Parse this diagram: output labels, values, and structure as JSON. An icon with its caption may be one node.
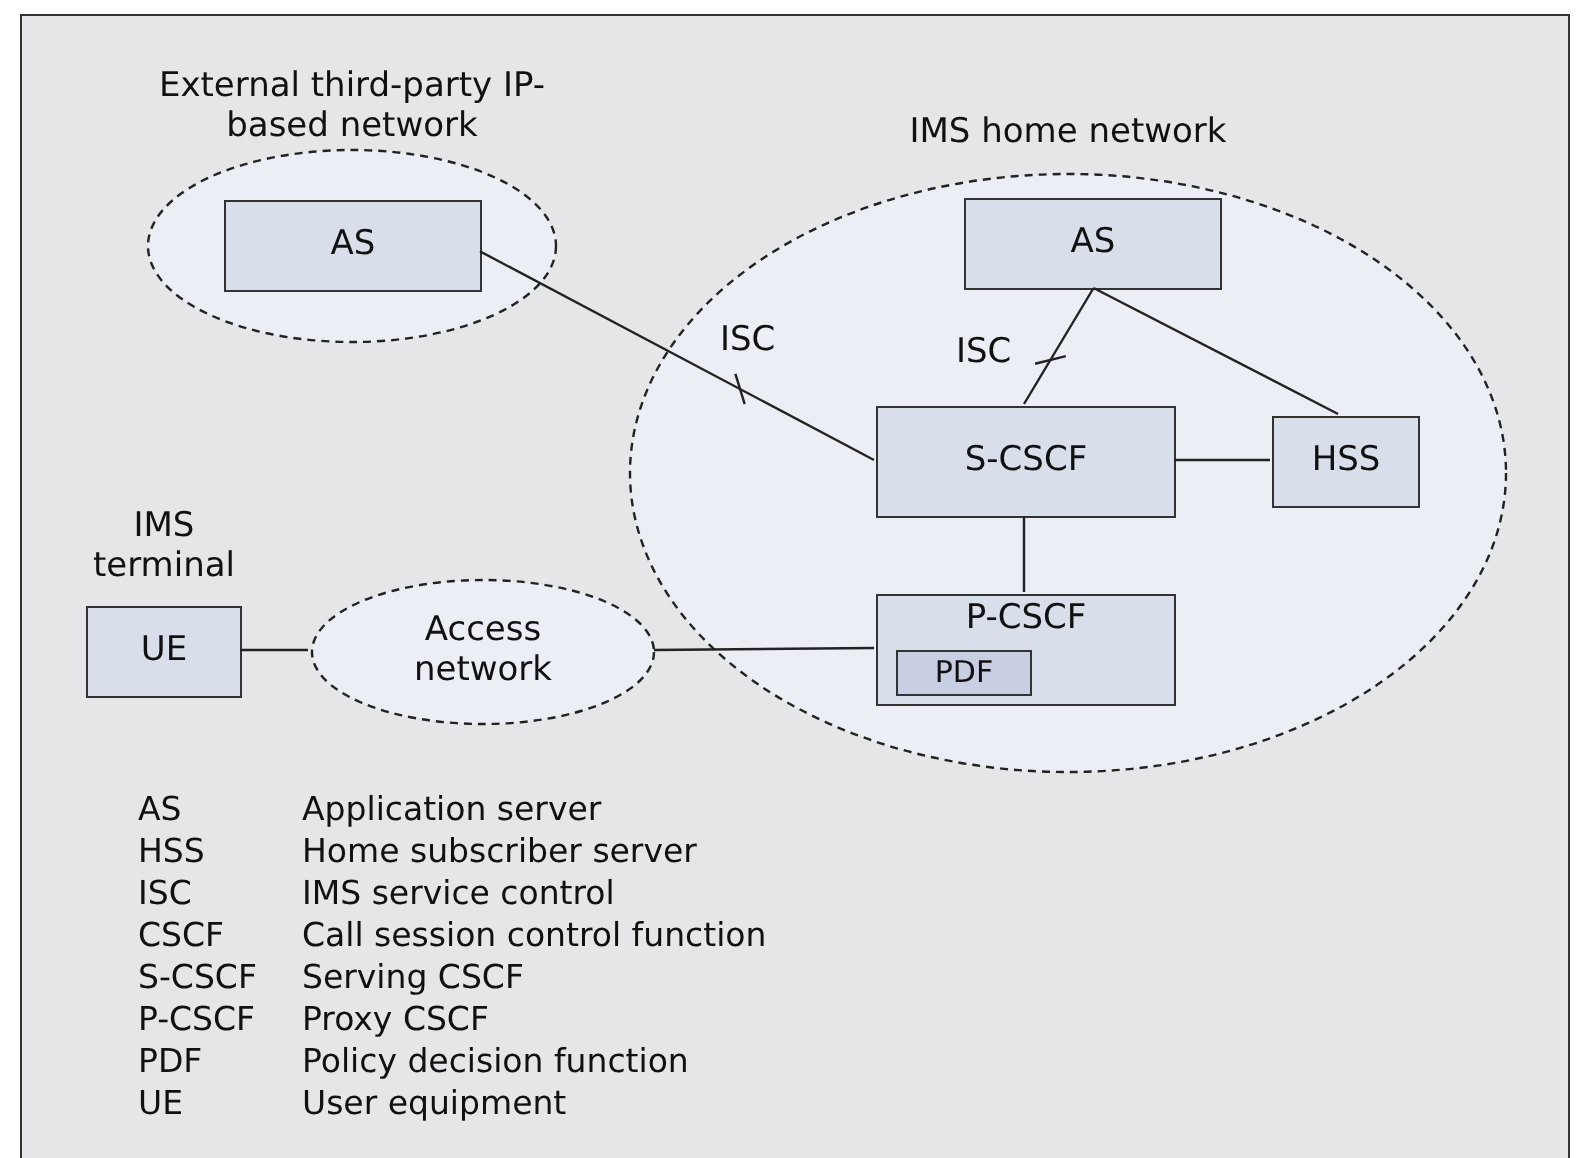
{
  "diagram": {
    "nodes": [
      {
        "text": [
          "External third-party IP-based network"
        ]
      },
      {
        "text": [
          "AS"
        ],
        "in": 0
      },
      {
        "text": [
          "IMS home network"
        ]
      },
      {
        "text": [
          "AS"
        ],
        "in": 2
      },
      {
        "text": [
          "S-CSCF"
        ],
        "in": 2
      },
      {
        "text": [
          "HSS"
        ],
        "in": 2
      },
      {
        "text": [
          "P-CSCF"
        ],
        "in": 2
      },
      {
        "text": [
          "PDF"
        ],
        "in": 6
      },
      {
        "text": [
          "UE"
        ],
        "beside": [
          "IMS terminal"
        ]
      },
      {
        "text": [
          "Access network"
        ]
      }
    ],
    "edges": [
      {
        "from": 1,
        "to": 4,
        "arrow": "none",
        "label": "ISC"
      },
      {
        "from": 3,
        "to": 4,
        "arrow": "none",
        "label": "ISC"
      },
      {
        "from": 3,
        "to": 5,
        "arrow": "none"
      },
      {
        "from": 4,
        "to": 5,
        "arrow": "none"
      },
      {
        "from": 4,
        "to": 6,
        "arrow": "none"
      },
      {
        "from": 8,
        "to": 9,
        "arrow": "none"
      },
      {
        "from": 9,
        "to": 6,
        "arrow": "none"
      }
    ],
    "labels": [
      "AS",
      "Application server",
      "HSS",
      "Home subscriber server",
      "ISC",
      "IMS service control",
      "CSCF",
      "Call session control function",
      "S-CSCF",
      "Serving CSCF",
      "P-CSCF",
      "Proxy CSCF",
      "PDF",
      "Policy decision function",
      "UE",
      "User equipment"
    ]
  }
}
